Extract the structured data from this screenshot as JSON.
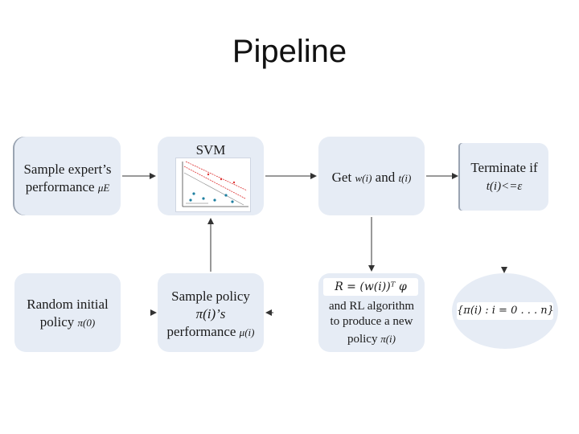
{
  "title": "Pipeline",
  "boxes": {
    "sample_expert": {
      "line1": "Sample expert’s",
      "line2": "performance",
      "symbol": "μE"
    },
    "svm": {
      "label": "SVM"
    },
    "get_w_t": {
      "prefix": "Get",
      "w": "w(i)",
      "and": "and",
      "t": "t(i)"
    },
    "terminate": {
      "line1": "Terminate if",
      "condition": "t(i)<=ε"
    },
    "random_policy": {
      "line1": "Random initial",
      "line2": "policy",
      "symbol": "π(0)"
    },
    "sample_policy": {
      "line1": "Sample policy",
      "line2": "π(i)’s",
      "line3": "performance",
      "symbol": "μ(i)"
    },
    "rl_algorithm": {
      "formula": "R = (w(i))ᵀ φ",
      "line1": "and RL algorithm",
      "line2": "to produce a new",
      "line3": "policy",
      "symbol": "π(i)"
    },
    "output_set": {
      "formula": "{π(i) : i = 0 . . . n}"
    }
  },
  "colors": {
    "box_fill": "#e6ecf5",
    "arrow": "#333333",
    "text": "#1a1a1a"
  }
}
